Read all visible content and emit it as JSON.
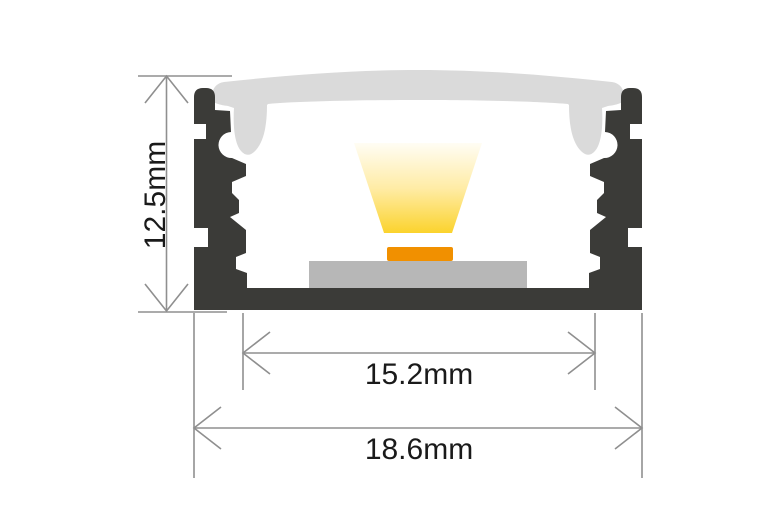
{
  "labels": {
    "height": "12.5mm",
    "inner_width": "15.2mm",
    "outer_width": "18.6mm"
  },
  "colors": {
    "background": "#ffffff",
    "profile_body": "#3b3b38",
    "diffuser": "#dadada",
    "pcb": "#b7b7b7",
    "led_chip": "#f19000",
    "beam_top": "#fffdf4",
    "beam_mid": "#ffeca6",
    "beam_bottom": "#fbd32d",
    "dimension_lines": "#8f8f8f",
    "label_text": "#1a1a1a"
  }
}
